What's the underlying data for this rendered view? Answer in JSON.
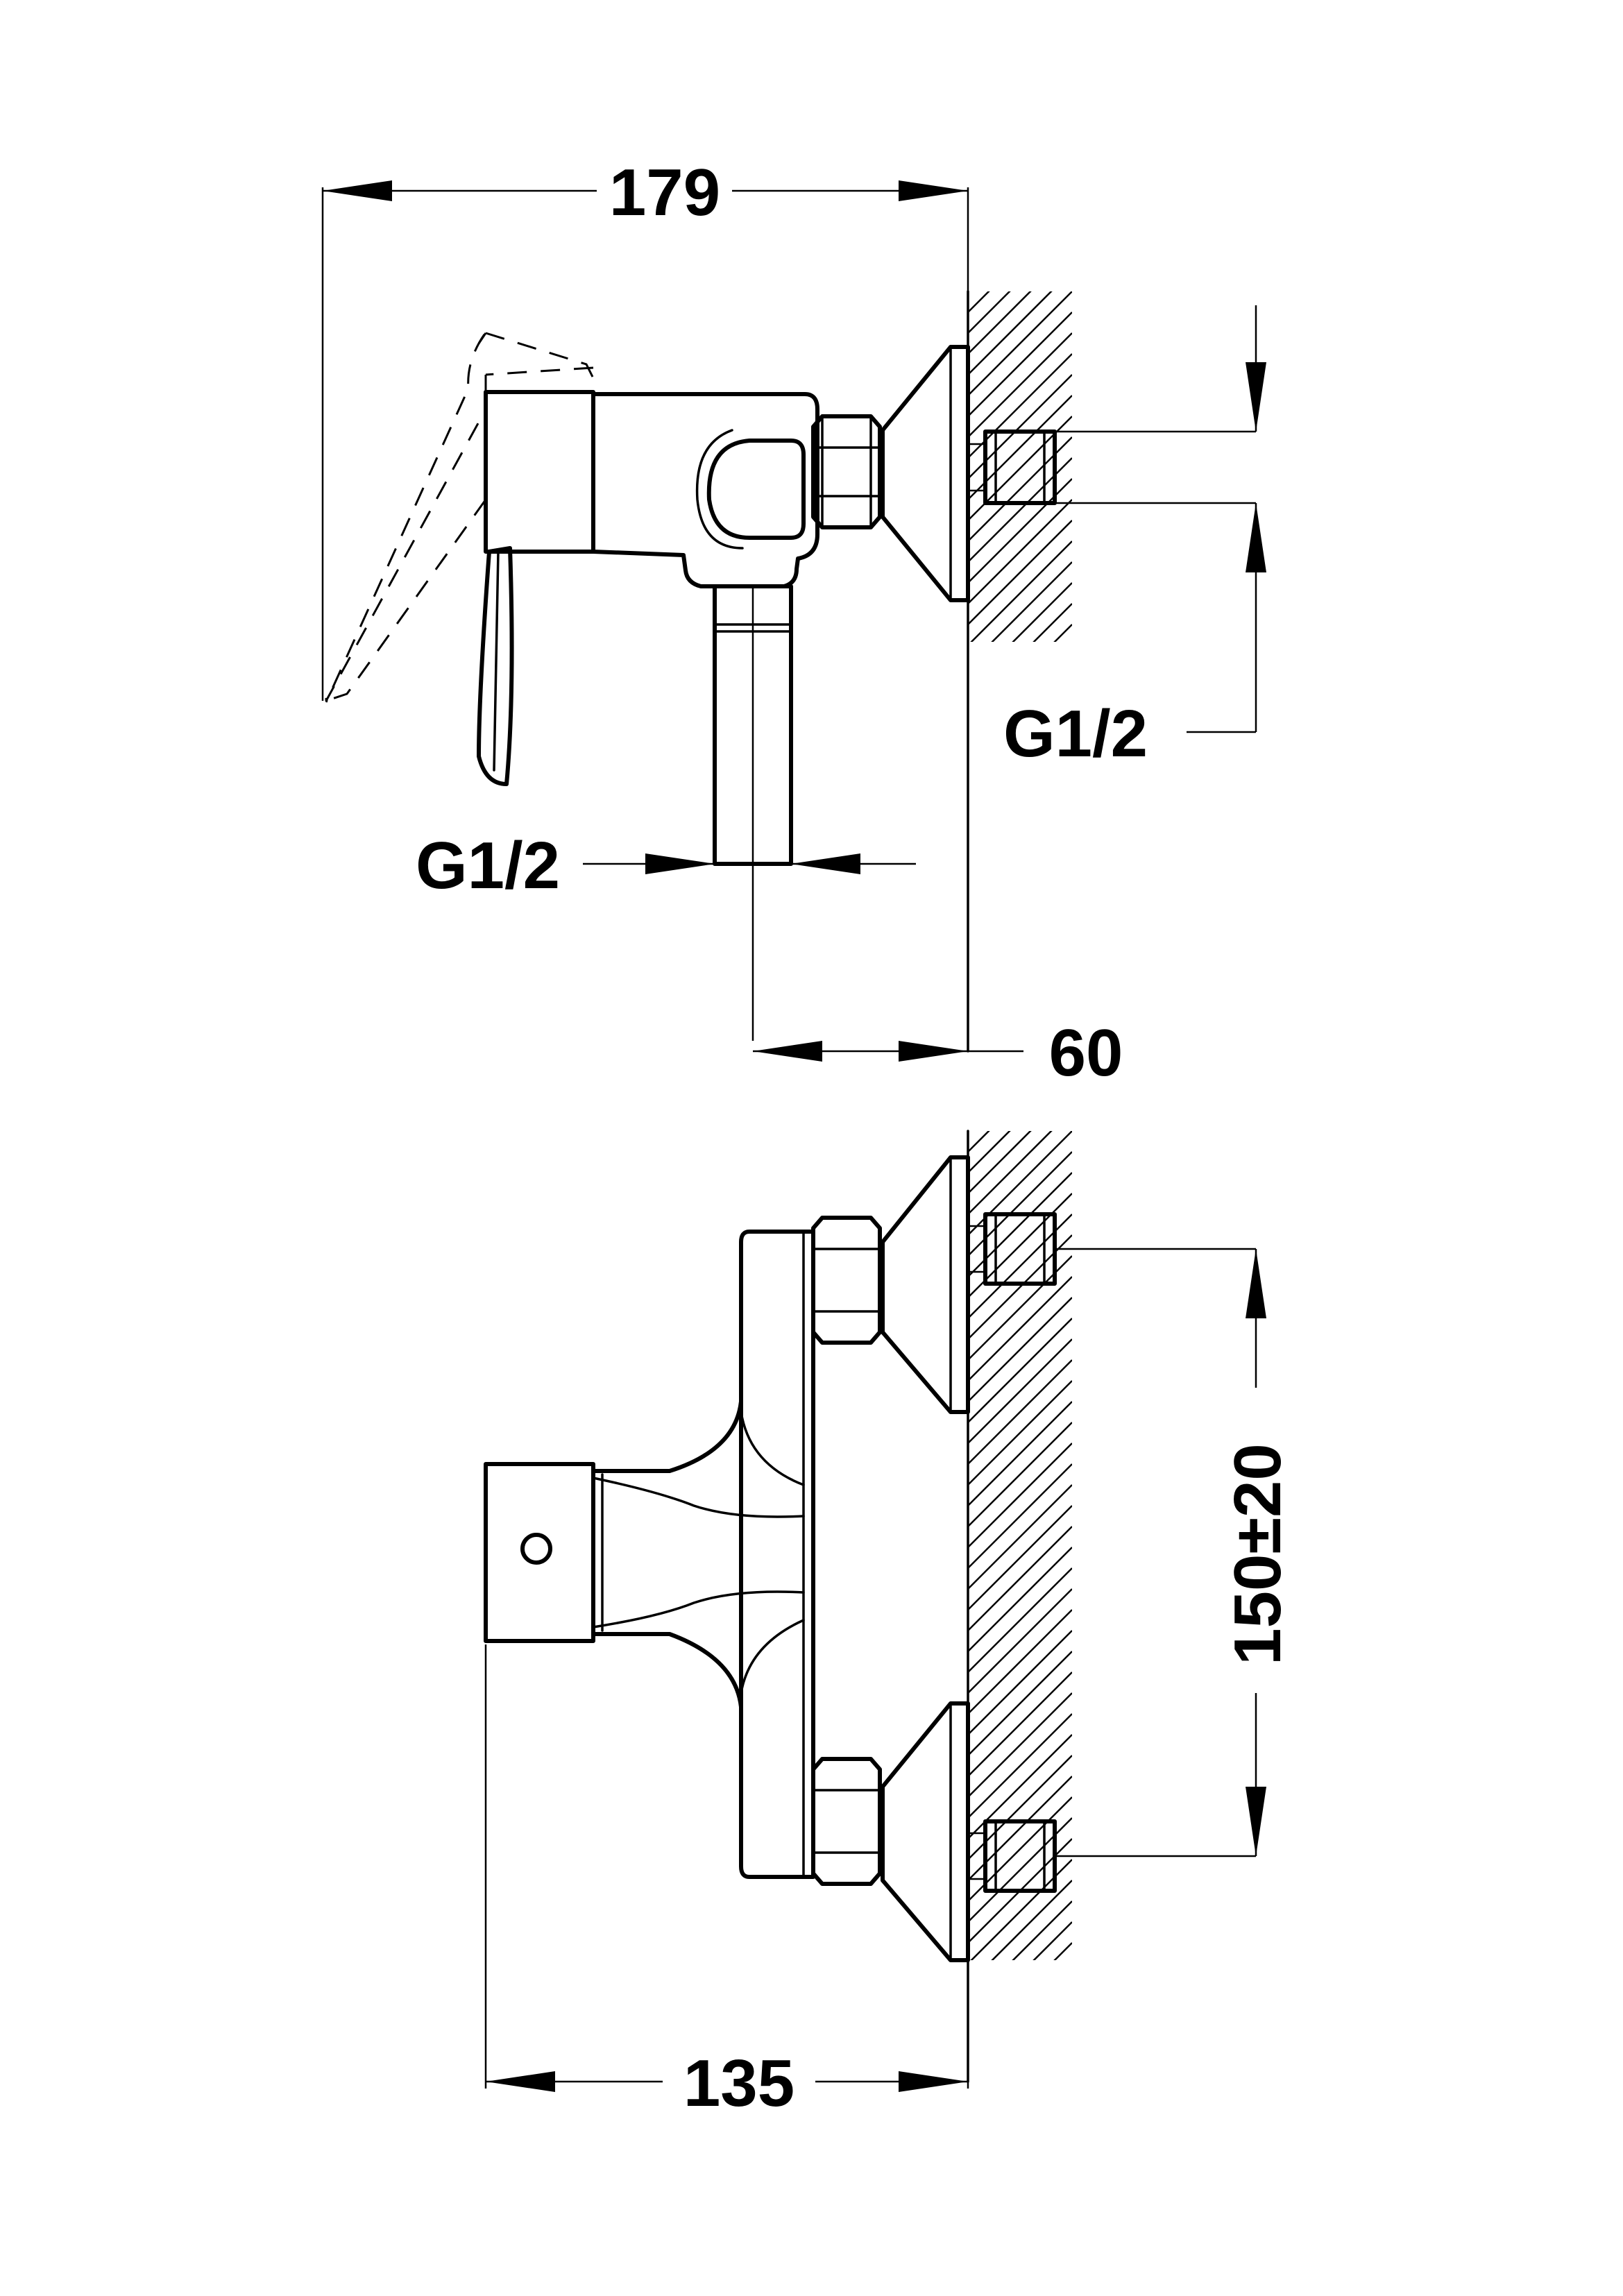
{
  "dimensions": {
    "top_width": "179",
    "top_thread_right": "G1/2",
    "top_thread_left": "G1/2",
    "top_projection": "60",
    "bottom_spacing": "150±20",
    "bottom_width": "135"
  }
}
